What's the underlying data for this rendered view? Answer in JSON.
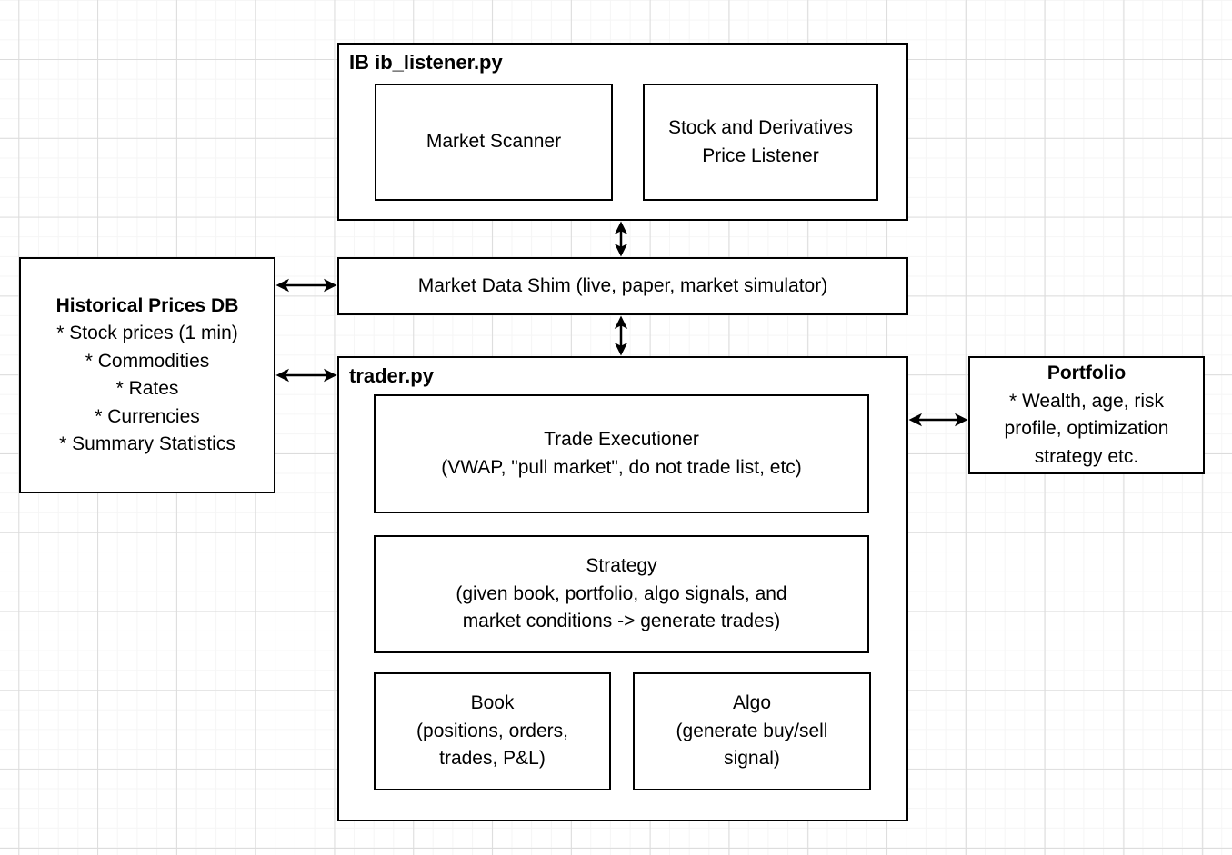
{
  "page": {
    "background_color": "#ffffff",
    "grid_minor_color": "#f5f5f5",
    "grid_major_color": "#dcdcdc",
    "shape_fill_color": "#ffffff",
    "shape_stroke_color": "#000000",
    "text_color": "#000000"
  },
  "groups": {
    "ib": {
      "title": "IB ib_listener.py"
    },
    "trader": {
      "title": "trader.py"
    }
  },
  "nodes": {
    "market_scanner": {
      "label": "Market Scanner"
    },
    "price_listener": {
      "label": "Stock and Derivatives\nPrice Listener"
    },
    "market_data_shim": {
      "label": "Market Data Shim (live, paper, market simulator)"
    },
    "trade_executioner": {
      "label": "Trade Executioner\n(VWAP, \"pull market\", do not trade list, etc)"
    },
    "strategy": {
      "label": "Strategy\n(given book, portfolio, algo signals, and\nmarket conditions -> generate trades)"
    },
    "book": {
      "label": "Book\n(positions, orders,\ntrades, P&L)"
    },
    "algo": {
      "label": "Algo\n(generate buy/sell\nsignal)"
    },
    "historical_db": {
      "title": "Historical Prices DB",
      "lines": [
        "* Stock prices (1 min)",
        "* Commodities",
        "* Rates",
        "* Currencies",
        "* Summary Statistics"
      ]
    },
    "portfolio": {
      "title": "Portfolio",
      "body": "* Wealth, age, risk\nprofile, optimization\nstrategy etc."
    }
  },
  "connections": [
    {
      "from": "IB ib_listener.py",
      "to": "Market Data Shim",
      "type": "double-arrow"
    },
    {
      "from": "Market Data Shim",
      "to": "trader.py",
      "type": "double-arrow"
    },
    {
      "from": "Historical Prices DB",
      "to": "Market Data Shim",
      "type": "double-arrow"
    },
    {
      "from": "Historical Prices DB",
      "to": "trader.py",
      "type": "double-arrow"
    },
    {
      "from": "trader.py",
      "to": "Portfolio",
      "type": "double-arrow"
    }
  ]
}
